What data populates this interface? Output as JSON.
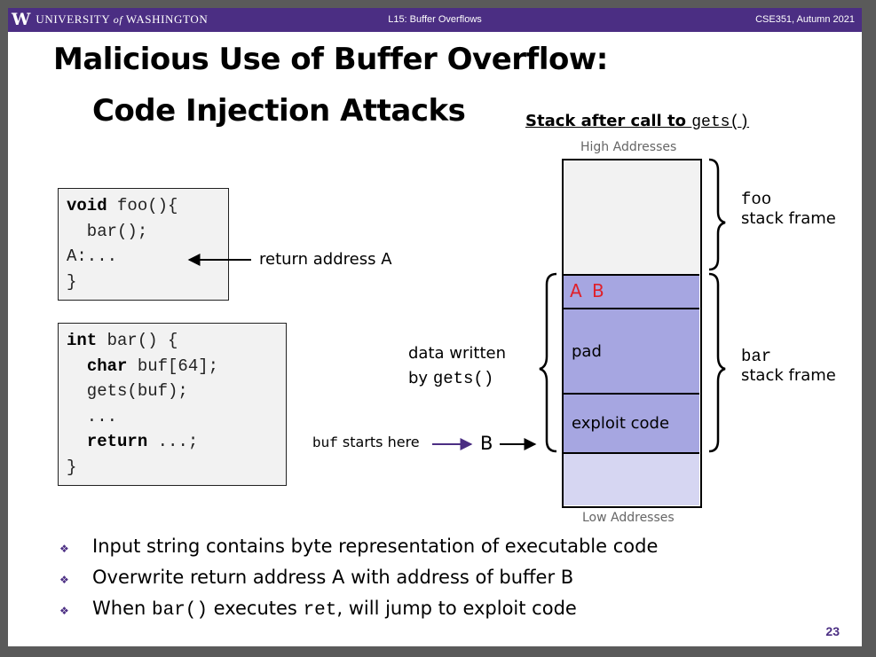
{
  "header": {
    "logo_letter": "W",
    "university_pre": "UNIVERSITY",
    "university_of": "of",
    "university_post": "WASHINGTON",
    "lecture": "L15:  Buffer Overflows",
    "course": "CSE351, Autumn 2021"
  },
  "title": {
    "line1": "Malicious Use of Buffer Overflow:",
    "line2": "Code Injection Attacks"
  },
  "foo_code": {
    "kw_void": "void",
    "sig": " foo(){",
    "call": "  bar();",
    "label": "A:...",
    "close": "}"
  },
  "return_label": "return address A",
  "bar_code": {
    "kw_int": "int",
    "sig": " bar() {",
    "kw_char": "char",
    "decl": " buf[64];",
    "gets": "  gets(buf);",
    "dots": "  ...",
    "kw_return": "return",
    "ret_tail": " ...;",
    "close": "}"
  },
  "stack_heading": {
    "text": "Stack after call to ",
    "code": "gets()"
  },
  "high_addresses": "High Addresses",
  "low_addresses": "Low Addresses",
  "stack_cells": {
    "ret_old": "A",
    "ret_new": "B",
    "pad": "pad",
    "exploit": "exploit code"
  },
  "foo_frame": {
    "name": "foo",
    "label": "stack frame"
  },
  "bar_frame": {
    "name": "bar",
    "label": "stack frame"
  },
  "data_written": {
    "line1": "data written",
    "by": "by ",
    "code": "gets()"
  },
  "buf_label": {
    "code": "buf",
    "text": " starts here"
  },
  "b_marker": "B",
  "bullets": [
    {
      "pre": "Input string contains byte representation of executable code",
      "code1": "",
      "mid": "",
      "code2": "",
      "post": ""
    },
    {
      "pre": "Overwrite return address A with address of buffer B",
      "code1": "",
      "mid": "",
      "code2": "",
      "post": ""
    },
    {
      "pre": "When ",
      "code1": "bar()",
      "mid": " executes ",
      "code2": "ret",
      "post": ", will jump to exploit code"
    }
  ],
  "page_number": "23",
  "colors": {
    "header_purple": "#4b2e83",
    "stack_fill_dark": "#a6a6e1",
    "stack_fill_light": "#d6d6f2",
    "stack_fill_empty": "#f2f2f2",
    "overwrite_red": "#e0202a",
    "arrow_purple": "#4b2e83",
    "bullet_diamond": "#4b2e83"
  }
}
